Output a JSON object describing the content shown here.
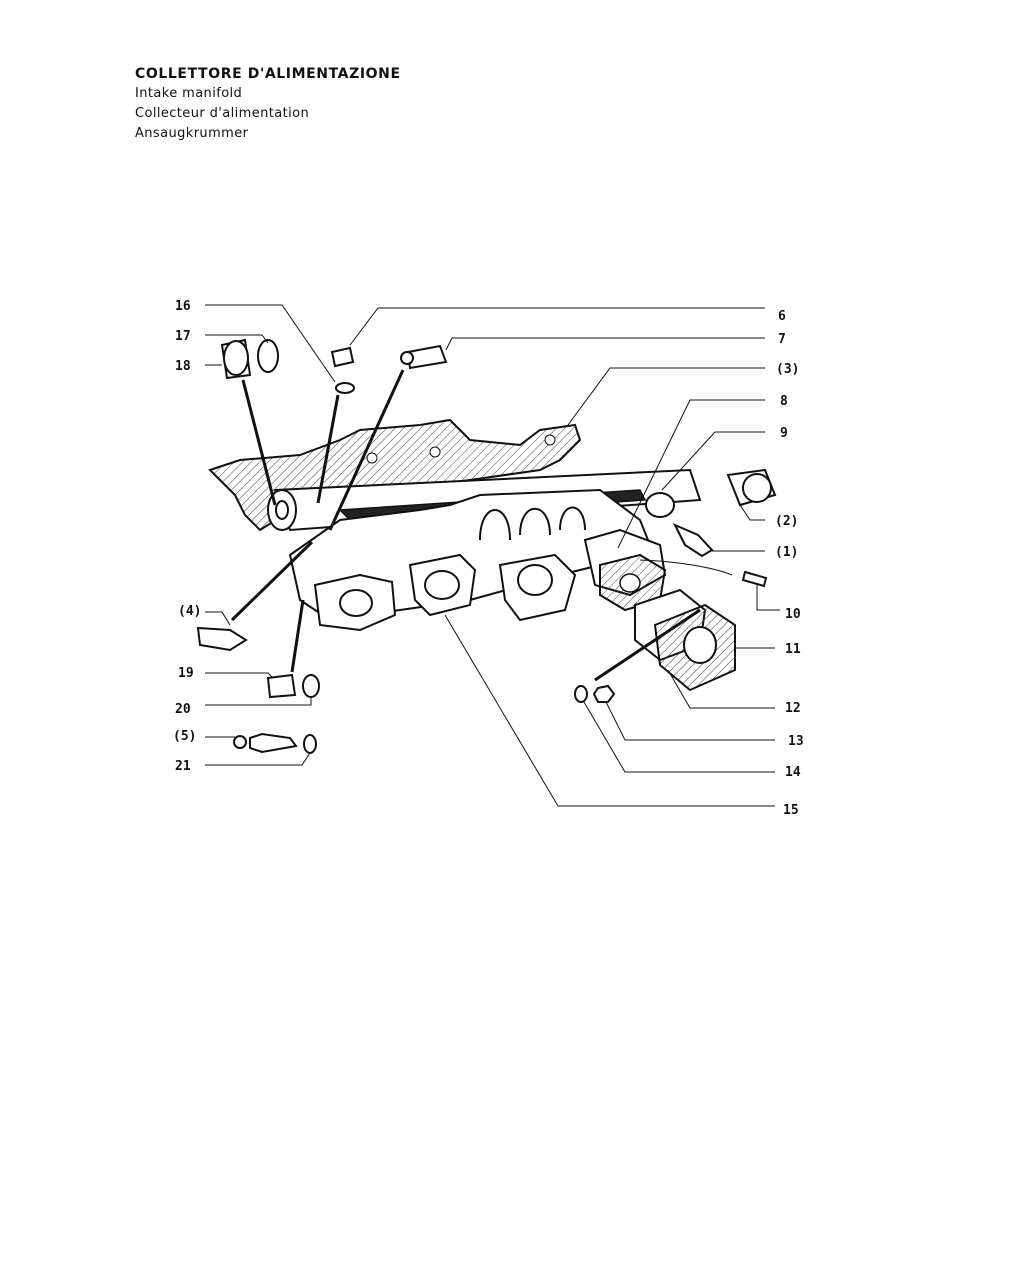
{
  "header": {
    "title_it": "COLLETTORE D'ALIMENTAZIONE",
    "title_en": "Intake manifold",
    "title_fr": "Collecteur d'alimentation",
    "title_de": "Ansaugkrummer"
  },
  "callouts": {
    "c16": "16",
    "c17": "17",
    "c18": "18",
    "c6": "6",
    "c7": "7",
    "c3": "(3)",
    "c8": "8",
    "c9": "9",
    "c2": "(2)",
    "c1": "(1)",
    "c10": "10",
    "c11": "11",
    "c12": "12",
    "c13": "13",
    "c14": "14",
    "c15": "15",
    "c4": "(4)",
    "c19": "19",
    "c20": "20",
    "c5": "(5)",
    "c21": "21"
  }
}
